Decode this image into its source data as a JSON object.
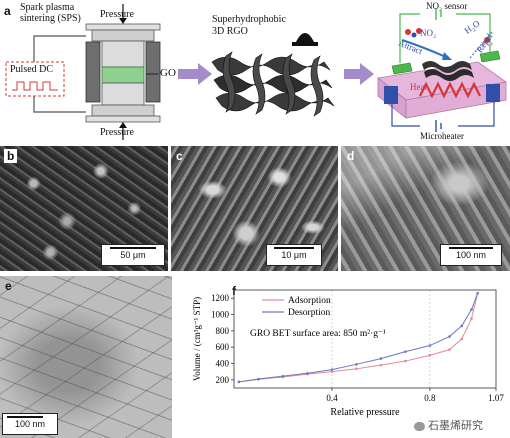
{
  "panels": {
    "a": {
      "label": "a",
      "sps_line1": "Spark plasma",
      "sps_line2": "sintering (SPS)",
      "pressure_top": "Pressure",
      "pressure_bottom": "Pressure",
      "pulsed_dc": "Pulsed DC",
      "go": "GO",
      "rgo_line1": "Superhydrophobic",
      "rgo_line2": "3D RGO",
      "no2_sensor": "NO₂ sensor",
      "no2": "NO₂",
      "h2o": "H₂O",
      "attract": "Attract",
      "repel": "Repel",
      "heat": "Heat",
      "microheater": "Microheater"
    },
    "b": {
      "label": "b",
      "scale": "50 μm"
    },
    "c": {
      "label": "c",
      "scale": "10 μm"
    },
    "d": {
      "label": "d",
      "scale": "100 nm"
    },
    "e": {
      "label": "e",
      "scale": "100 nm"
    },
    "f": {
      "label": "f"
    }
  },
  "watermark": "石墨烯研究",
  "colors": {
    "sem_dark": "#2a2a2a",
    "arrow_purple": "#a58bc9",
    "adsorption": "#e08a9a",
    "desorption": "#6f78c4",
    "device_pink": "#e7b6dc",
    "green": "#4cb84c",
    "blue_block": "#2f4fa8",
    "heater_red": "#d8343a"
  },
  "chart_data": {
    "type": "line",
    "title": "",
    "annotation": "GRO BET surface area: 850 m²·g⁻¹",
    "xlabel": "Relative pressure",
    "ylabel": "Volume / (cm³g⁻¹ STP)",
    "xlim": [
      0.0,
      1.07
    ],
    "ylim": [
      100,
      1300
    ],
    "xticks": [
      0.4,
      0.8,
      1.07
    ],
    "yticks": [
      200,
      400,
      600,
      800,
      1000,
      1200
    ],
    "legend_position": "top-left",
    "series": [
      {
        "name": "Adsorption",
        "color": "#e08a9a",
        "x": [
          0.02,
          0.1,
          0.2,
          0.3,
          0.4,
          0.5,
          0.6,
          0.7,
          0.8,
          0.88,
          0.93,
          0.97,
          0.995
        ],
        "y": [
          175,
          205,
          235,
          270,
          300,
          335,
          380,
          430,
          500,
          570,
          700,
          950,
          1260
        ]
      },
      {
        "name": "Desorption",
        "color": "#6f78c4",
        "x": [
          0.02,
          0.1,
          0.2,
          0.3,
          0.4,
          0.5,
          0.6,
          0.7,
          0.8,
          0.88,
          0.93,
          0.97,
          0.995
        ],
        "y": [
          175,
          210,
          245,
          280,
          325,
          390,
          460,
          545,
          620,
          730,
          860,
          1060,
          1260
        ]
      }
    ]
  }
}
